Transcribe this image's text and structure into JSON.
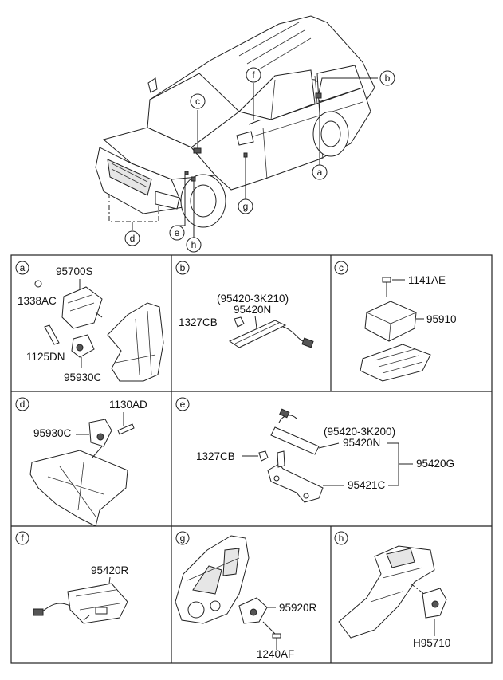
{
  "overview": {
    "callouts": [
      "a",
      "b",
      "c",
      "d",
      "e",
      "f",
      "g",
      "h"
    ]
  },
  "panels": {
    "a": {
      "letter": "a",
      "labels": [
        "95700S",
        "1338AC",
        "1125DN",
        "95930C"
      ]
    },
    "b": {
      "letter": "b",
      "labels": [
        "(95420-3K210)",
        "95420N",
        "1327CB"
      ]
    },
    "c": {
      "letter": "c",
      "labels": [
        "1141AE",
        "95910"
      ]
    },
    "d": {
      "letter": "d",
      "labels": [
        "1130AD",
        "95930C"
      ]
    },
    "e": {
      "letter": "e",
      "labels": [
        "(95420-3K200)",
        "95420N",
        "1327CB",
        "95420G",
        "95421C"
      ]
    },
    "f": {
      "letter": "f",
      "labels": [
        "95420R"
      ]
    },
    "g": {
      "letter": "g",
      "labels": [
        "95920R",
        "1240AF"
      ]
    },
    "h": {
      "letter": "h",
      "labels": [
        "H95710"
      ]
    }
  }
}
